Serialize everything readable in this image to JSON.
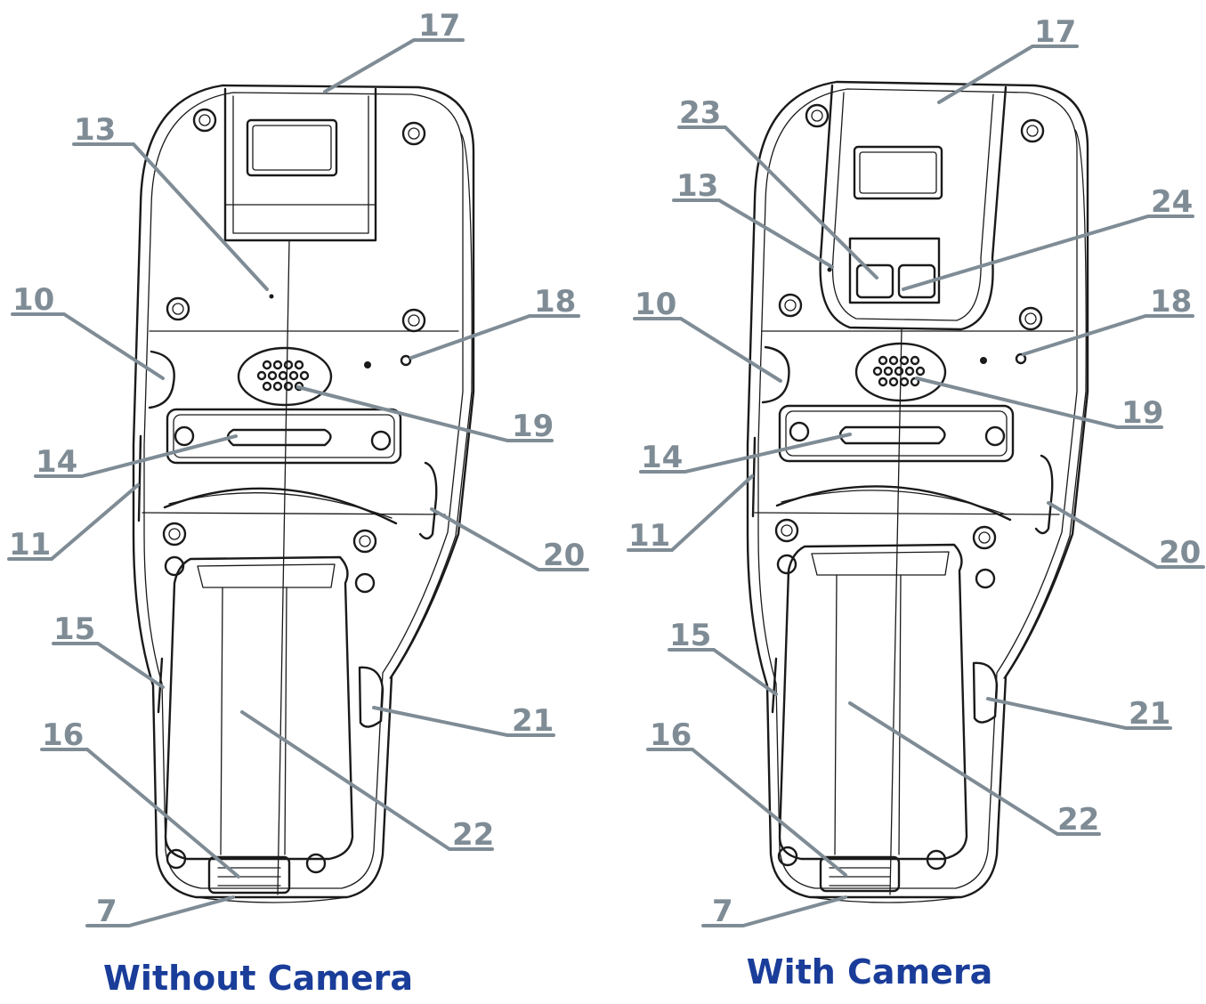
{
  "captions": {
    "left": "Without Camera",
    "right": "With Camera"
  },
  "left_callouts": [
    "17",
    "13",
    "10",
    "18",
    "19",
    "14",
    "11",
    "20",
    "15",
    "21",
    "16",
    "22",
    "7"
  ],
  "right_callouts": [
    "17",
    "23",
    "13",
    "24",
    "10",
    "18",
    "19",
    "14",
    "11",
    "20",
    "15",
    "21",
    "16",
    "22",
    "7"
  ],
  "colors": {
    "callout": "#7f8c95",
    "caption": "#1a3d9a",
    "outline": "#1a1a1a"
  }
}
